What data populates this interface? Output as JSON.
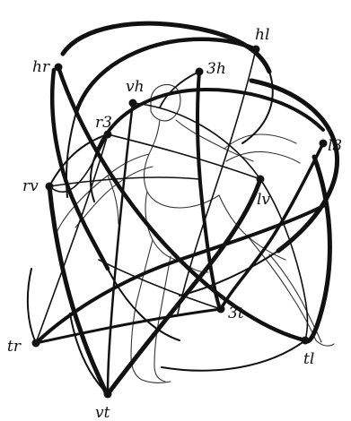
{
  "nodes": [
    {
      "id": "hl",
      "label": "hl"
    },
    {
      "id": "hr",
      "label": "hr"
    },
    {
      "id": "3h",
      "label": "3h"
    },
    {
      "id": "vh",
      "label": "vh"
    },
    {
      "id": "r3",
      "label": "r3"
    },
    {
      "id": "l3",
      "label": "l3"
    },
    {
      "id": "rv",
      "label": "rv"
    },
    {
      "id": "lv",
      "label": "lv"
    },
    {
      "id": "3t",
      "label": "3t"
    },
    {
      "id": "tr",
      "label": "tr"
    },
    {
      "id": "tl",
      "label": "tl"
    },
    {
      "id": "vt",
      "label": "vt"
    }
  ]
}
